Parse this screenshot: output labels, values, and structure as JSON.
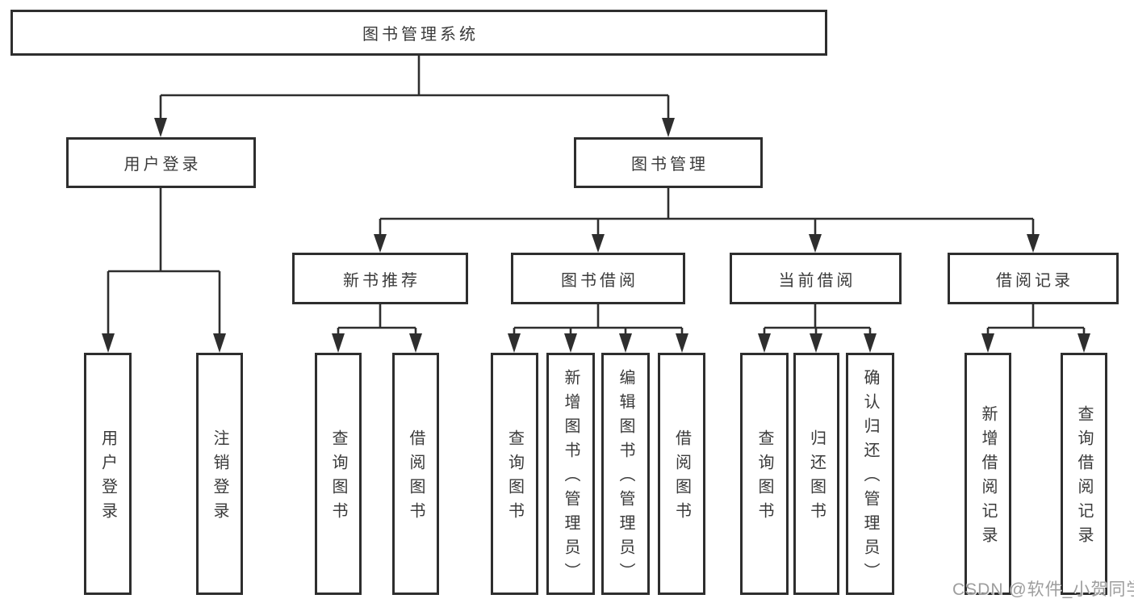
{
  "colors": {
    "line": "#2e2e2e",
    "box_border": "#2e2e2e",
    "text": "#3a3a3a",
    "watermark": "#9d9d9d",
    "background": "#ffffff"
  },
  "watermark": {
    "text": "CSDN @软件_小贺同学"
  },
  "tree": {
    "root": {
      "label": "图书管理系统",
      "children": [
        {
          "label": "用户登录",
          "children": [
            {
              "label": "用户登录"
            },
            {
              "label": "注销登录"
            }
          ]
        },
        {
          "label": "图书管理",
          "children": [
            {
              "label": "新书推荐",
              "children": [
                {
                  "label": "查询图书"
                },
                {
                  "label": "借阅图书"
                }
              ]
            },
            {
              "label": "图书借阅",
              "children": [
                {
                  "label": "查询图书"
                },
                {
                  "label": "新增图书（管理员）"
                },
                {
                  "label": "编辑图书（管理员）"
                },
                {
                  "label": "借阅图书"
                }
              ]
            },
            {
              "label": "当前借阅",
              "children": [
                {
                  "label": "查询图书"
                },
                {
                  "label": "归还图书"
                },
                {
                  "label": "确认归还（管理员）"
                }
              ]
            },
            {
              "label": "借阅记录",
              "children": [
                {
                  "label": "新增借阅记录"
                },
                {
                  "label": "查询借阅记录"
                }
              ]
            }
          ]
        }
      ]
    }
  }
}
